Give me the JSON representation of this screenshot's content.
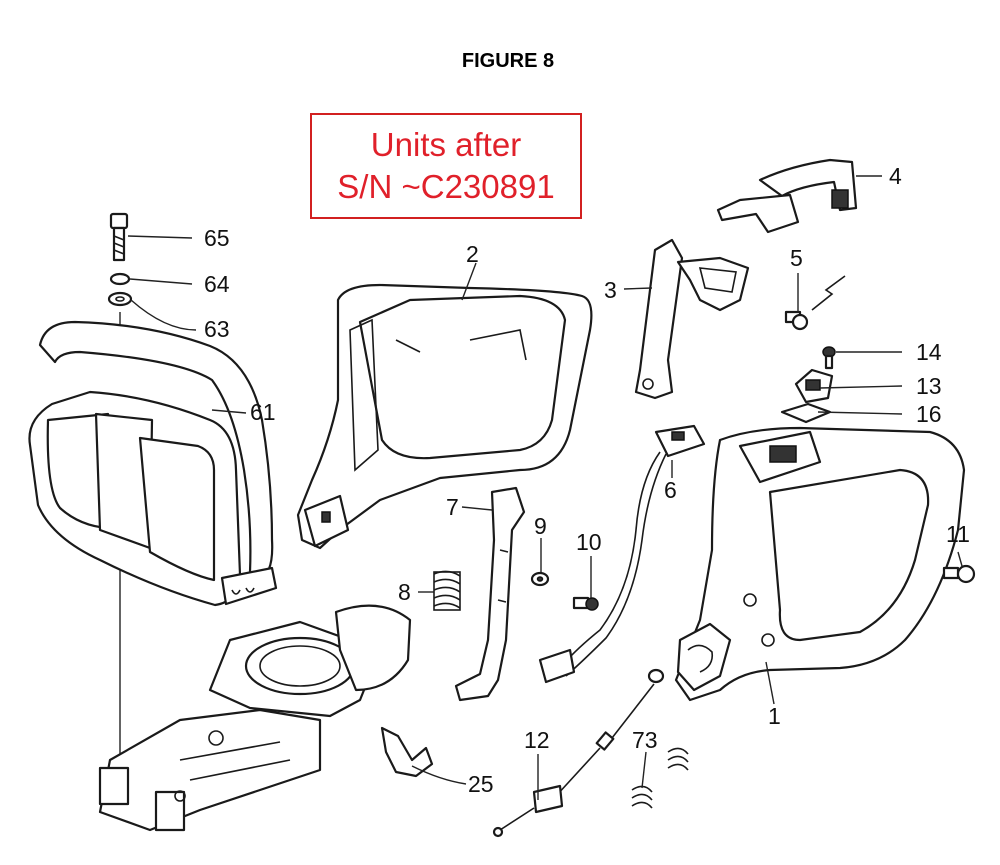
{
  "figure": {
    "title": "FIGURE 8"
  },
  "notice": {
    "line1": "Units after",
    "line2": "S/N ~C230891",
    "color": "#e0202a"
  },
  "callouts": [
    "1",
    "2",
    "3",
    "4",
    "5",
    "6",
    "7",
    "8",
    "9",
    "10",
    "11",
    "12",
    "13",
    "14",
    "16",
    "25",
    "61",
    "63",
    "64",
    "65",
    "73"
  ]
}
